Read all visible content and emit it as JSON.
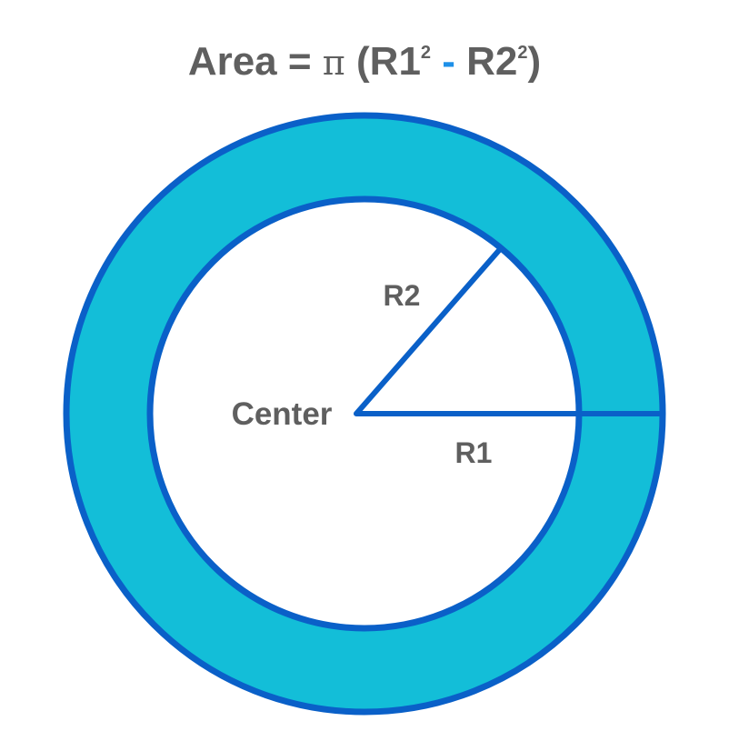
{
  "formula": {
    "prefix": "Area = ",
    "pi": "π",
    "open": "(R1",
    "exp1": "2",
    "minus": " - ",
    "r2": "R2",
    "exp2": "2",
    "close": ")"
  },
  "labels": {
    "r2": "R2",
    "center": "Center",
    "r1": "R1"
  },
  "colors": {
    "ring_fill": "#13bed8",
    "stroke": "#0a60c8",
    "text": "#5f5f5f",
    "minus_accent": "#1e90e8"
  }
}
